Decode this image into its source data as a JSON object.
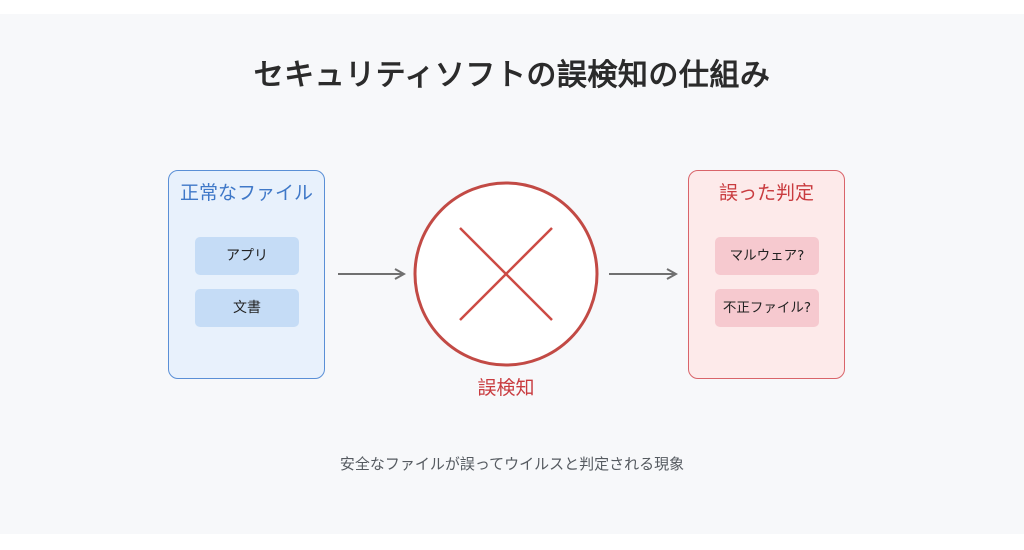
{
  "title": "セキュリティソフトの誤検知の仕組み",
  "normal_box": {
    "label": "正常なファイル",
    "items": [
      "アプリ",
      "文書"
    ]
  },
  "center": {
    "label": "誤検知"
  },
  "wrong_box": {
    "label": "誤った判定",
    "items": [
      "マルウェア?",
      "不正ファイル?"
    ]
  },
  "caption": "安全なファイルが誤ってウイルスと判定される現象",
  "colors": {
    "blue_accent": "#5a8fd6",
    "red_accent": "#c93b3f",
    "arrow": "#707070"
  },
  "icons": {
    "center_mark": "cross-icon",
    "arrows": "arrow-right-icon"
  }
}
